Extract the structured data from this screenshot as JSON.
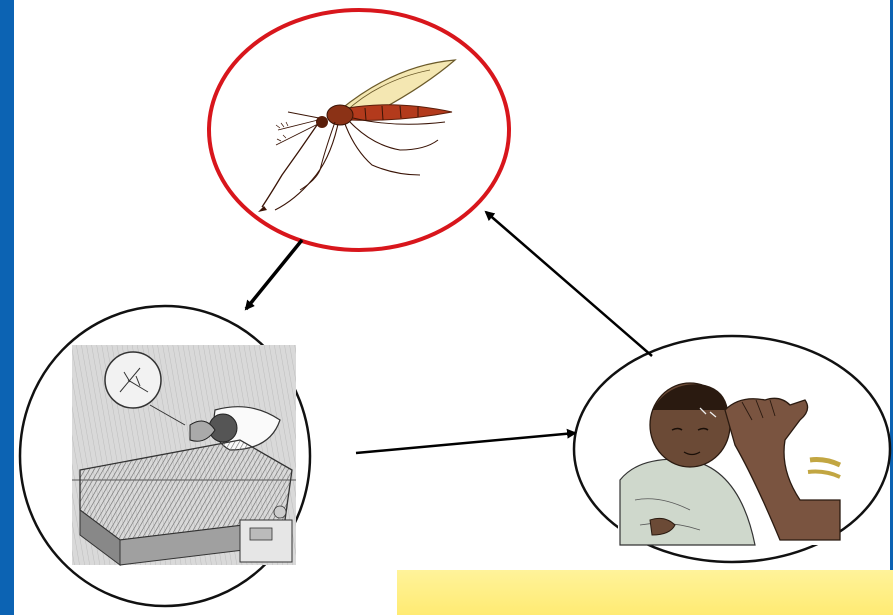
{
  "colors": {
    "left_bar": "#0c63b3",
    "right_bar": "#0c63b3",
    "mosquito_ring": "#d8161c",
    "plain_ring": "#111111",
    "arrow": "#000000",
    "note_box": "#ffee7e"
  },
  "nodes": [
    {
      "name": "mosquito",
      "icon": "mosquito-illustration",
      "ring_color": "red"
    },
    {
      "name": "sleeping-child-bitten",
      "icon": "child-in-bed-illustration",
      "ring_color": "black"
    },
    {
      "name": "sick-child",
      "icon": "feverish-child-illustration",
      "ring_color": "black"
    }
  ],
  "edges": [
    {
      "from": "mosquito",
      "to": "sleeping-child-bitten"
    },
    {
      "from": "sleeping-child-bitten",
      "to": "sick-child"
    },
    {
      "from": "sick-child",
      "to": "mosquito"
    }
  ]
}
